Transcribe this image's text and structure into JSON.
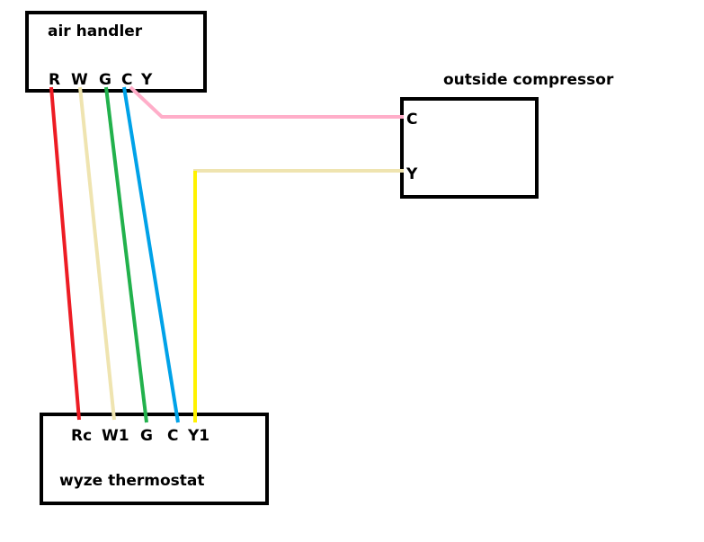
{
  "air_handler": {
    "title": "air handler",
    "terminals": [
      "R",
      "W",
      "G",
      "C",
      "Y"
    ]
  },
  "outside_compressor": {
    "title": "outside compressor",
    "terminals": [
      "C",
      "Y"
    ]
  },
  "thermostat": {
    "title": "wyze thermostat",
    "terminals": [
      "Rc",
      "W1",
      "G",
      "C",
      "Y1"
    ]
  },
  "colors": {
    "red": "#ed1c24",
    "tan": "#efe4b0",
    "green": "#22b14c",
    "blue": "#00a2e8",
    "pink": "#ffaec9",
    "yellow": "#fff200"
  }
}
